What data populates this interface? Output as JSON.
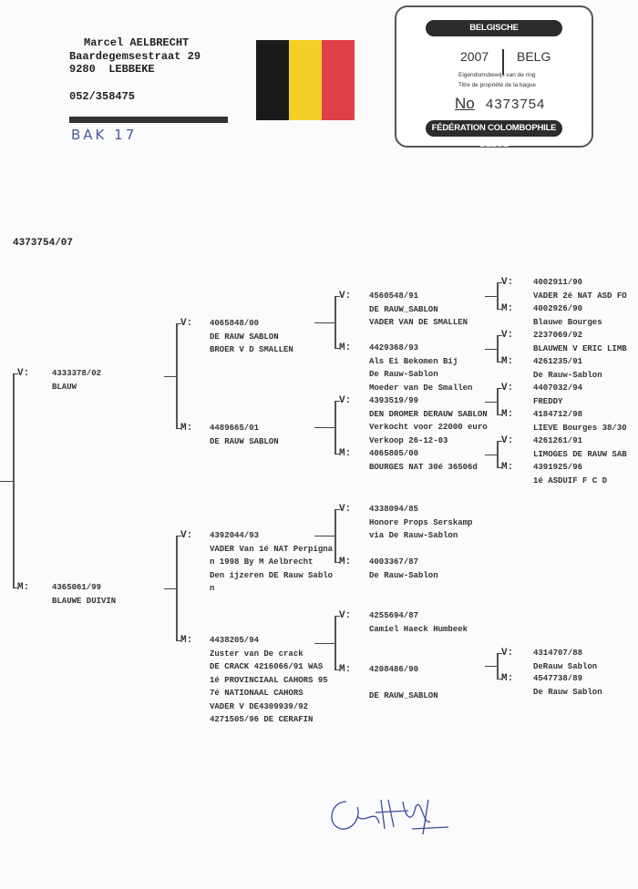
{
  "owner": {
    "name": "Marcel AELBRECHT",
    "street": "Baardegemsestraat 29",
    "city": "9280  LEBBEKE",
    "phone": "052/358475",
    "handwritten_note": "BAK 17"
  },
  "flag_colors": [
    "#1a1a1a",
    "#f2d027",
    "#e0404a"
  ],
  "ring_card": {
    "top_banner": "BELGISCHE DUIVENLIEFHEBBERSBOND",
    "year": "2007",
    "country": "BELG",
    "line_nl": "Eigendomsbewijs van de ring",
    "line_fr": "Titre de propriété de la bague",
    "number_prefix": "No",
    "number": "4373754",
    "bottom_banner": "FÉDÉRATION COLOMBOPHILE BELGE"
  },
  "ring_number": "4373754/07",
  "labels": {
    "sire": "V:",
    "dam": "M:"
  },
  "pedigree": {
    "v": {
      "lines": [
        "4333378/02",
        "BLAUW"
      ]
    },
    "m": {
      "lines": [
        "4365061/99",
        "BLAUWE DUIVIN"
      ]
    },
    "vv": {
      "lines": [
        "4065848/00",
        "DE RAUW SABLON",
        "BROER V D SMALLEN"
      ]
    },
    "vm": {
      "lines": [
        "4489665/01",
        "DE RAUW SABLON"
      ]
    },
    "mv": {
      "lines": [
        "4392044/93",
        "VADER Van 1é NAT Perpigna",
        "n 1998 By M Aelbrecht",
        "Den ijzeren DE Rauw Sablo",
        "n"
      ]
    },
    "mm": {
      "lines": [
        "4438205/94",
        "Zuster van De crack",
        "DE CRACK 4216066/91 WAS",
        "1é PROVINCIAAL CAHORS 95",
        "7é NATIONAAL CAHORS",
        "VADER V DE4309939/92",
        "4271505/96 DE CERAFIN"
      ]
    },
    "vvv": {
      "lines": [
        "4560548/91",
        "DE RAUW_SABLON",
        "VADER VAN DE SMALLEN"
      ]
    },
    "vvm": {
      "lines": [
        "4429368/93",
        "Als Ei Bekomen Bij",
        "De Rauw-Sablon",
        "Moeder van De Smallen"
      ]
    },
    "vmv": {
      "lines": [
        "4393519/99",
        "DEN DROMER DERAUW SABLON",
        "Verkocht voor 22000 euro",
        "Verkoop 26-12-03"
      ]
    },
    "vmm": {
      "lines": [
        "4065805/00",
        "BOURGES NAT 30é 36506d"
      ]
    },
    "mvv": {
      "lines": [
        "4338094/85",
        "Honore Props Serskamp",
        "via De Rauw-Sablon"
      ]
    },
    "mvm": {
      "lines": [
        "4003367/87",
        "De Rauw-Sablon"
      ]
    },
    "mmv": {
      "lines": [
        "4255694/87",
        "Camiel Haeck Humbeek"
      ]
    },
    "mmm": {
      "lines": [
        "4208486/90",
        "",
        "DE RAUW_SABLON"
      ]
    },
    "vvvv": {
      "lines": [
        "4002911/90",
        "VADER 2é NAT ASD FO"
      ]
    },
    "vvvm": {
      "lines": [
        "4002926/90",
        "Blauwe Bourges"
      ]
    },
    "vvmv": {
      "lines": [
        "2237069/92",
        "BLAUWEN V ERIC LIMB"
      ]
    },
    "vvmm": {
      "lines": [
        "4261235/91",
        "De Rauw-Sablon"
      ]
    },
    "vmvv": {
      "lines": [
        "4407032/94",
        "FREDDY"
      ]
    },
    "vmvm": {
      "lines": [
        "4184712/98",
        "LIEVE Bourges 38/30"
      ]
    },
    "vmmv": {
      "lines": [
        "4261261/91",
        "LIMOGES DE RAUW SAB"
      ]
    },
    "vmmm": {
      "lines": [
        "4391925/96",
        "1é ASDUIF F C D"
      ]
    },
    "mmmv": {
      "lines": [
        "4314707/88",
        "DeRauw Sablon"
      ]
    },
    "mmmm": {
      "lines": [
        "4547738/89",
        "De Rauw Sablon"
      ]
    }
  }
}
